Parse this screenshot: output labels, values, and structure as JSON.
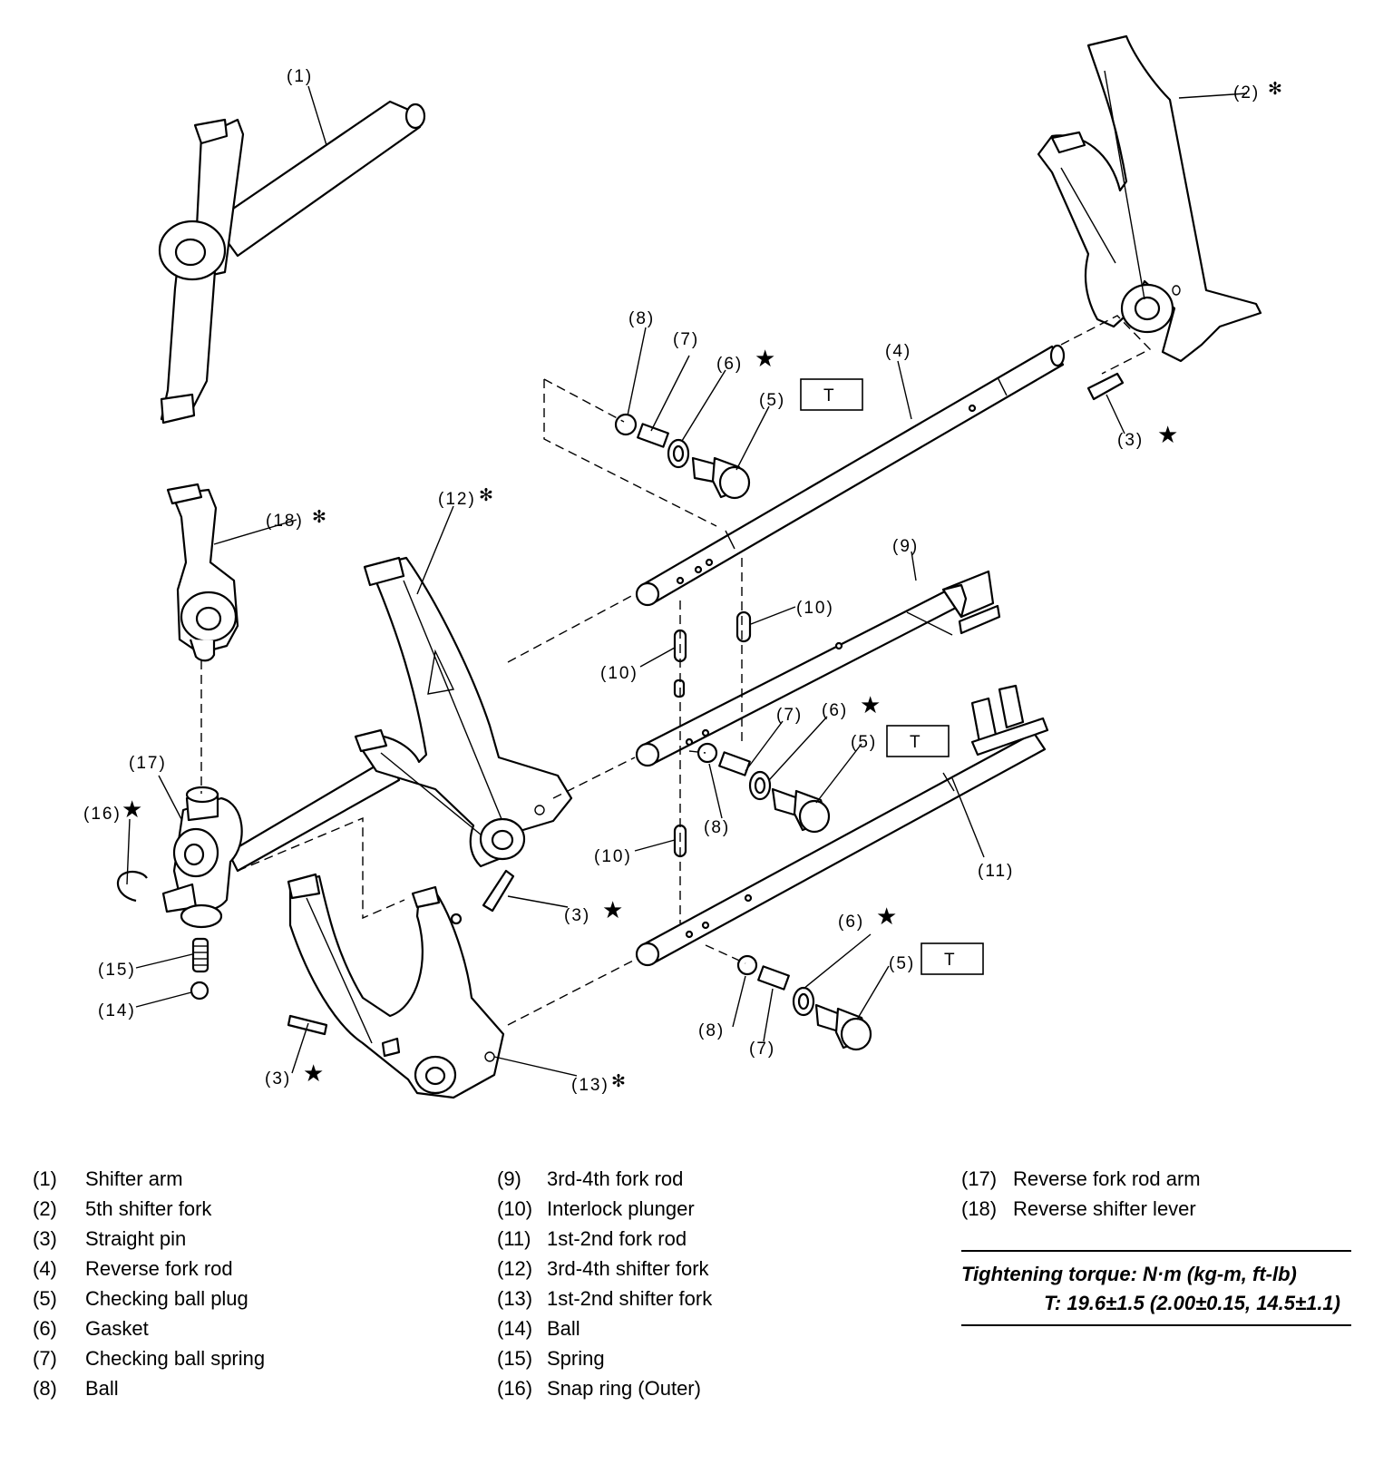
{
  "callouts": {
    "c1": "(1)",
    "c2": "(2)",
    "c3": "(3)",
    "c4": "(4)",
    "c5": "(5)",
    "c6": "(6)",
    "c7": "(7)",
    "c8": "(8)",
    "c9": "(9)",
    "c10": "(10)",
    "c11": "(11)",
    "c12": "(12)",
    "c13": "(13)",
    "c14": "(14)",
    "c15": "(15)",
    "c16": "(16)",
    "c17": "(17)",
    "c18": "(18)",
    "torque_mark": "T",
    "new_part_mark": "★",
    "select_mark": "✻"
  },
  "legend": {
    "col1": [
      {
        "num": "(1)",
        "text": "Shifter arm"
      },
      {
        "num": "(2)",
        "text": "5th shifter fork"
      },
      {
        "num": "(3)",
        "text": "Straight pin"
      },
      {
        "num": "(4)",
        "text": "Reverse fork rod"
      },
      {
        "num": "(5)",
        "text": "Checking ball plug"
      },
      {
        "num": "(6)",
        "text": "Gasket"
      },
      {
        "num": "(7)",
        "text": "Checking ball spring"
      },
      {
        "num": "(8)",
        "text": "Ball"
      }
    ],
    "col2": [
      {
        "num": "(9)",
        "text": "3rd-4th fork rod"
      },
      {
        "num": "(10)",
        "text": "Interlock plunger"
      },
      {
        "num": "(11)",
        "text": "1st-2nd fork rod"
      },
      {
        "num": "(12)",
        "text": "3rd-4th shifter fork"
      },
      {
        "num": "(13)",
        "text": "1st-2nd shifter fork"
      },
      {
        "num": "(14)",
        "text": "Ball"
      },
      {
        "num": "(15)",
        "text": "Spring"
      },
      {
        "num": "(16)",
        "text": "Snap ring (Outer)"
      }
    ],
    "col3": [
      {
        "num": "(17)",
        "text": "Reverse fork rod arm"
      },
      {
        "num": "(18)",
        "text": "Reverse shifter lever"
      }
    ]
  },
  "torque": {
    "title": "Tightening torque: N·m (kg-m, ft-lb)",
    "spec": "T: 19.6±1.5 (2.00±0.15, 14.5±1.1)"
  }
}
